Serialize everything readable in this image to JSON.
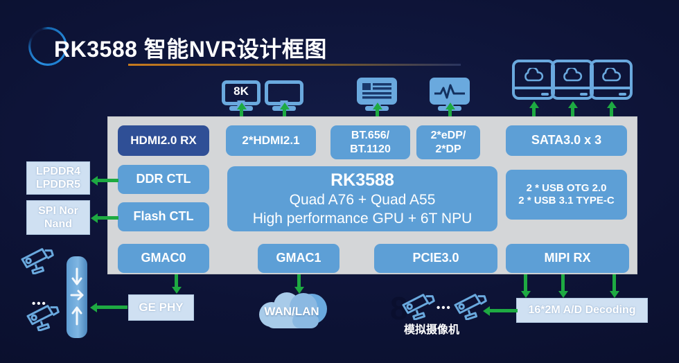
{
  "header": {
    "title": "RK3588  智能NVR设计框图",
    "logo_icon": "rockchip-ring-logo",
    "accent_orange": "#e8851a",
    "accent_blue": "#1f7fd0"
  },
  "colors": {
    "background_dark": "#0d1336",
    "soc_container": "#d4d6d8",
    "block_blue": "#5d9fd6",
    "block_dark_blue": "#2f4f96",
    "block_pale": "#cfe0f2",
    "arrow_green": "#1eaa42",
    "icon_blue": "#6aa9de"
  },
  "soc": {
    "name": "RK3588 SoC",
    "core": {
      "line1": "RK3588",
      "line2": "Quad A76 + Quad A55",
      "line3": "High performance GPU + 6T NPU"
    },
    "blocks": [
      {
        "id": "hdmi-rx",
        "label": "HDMI2.0 RX",
        "style": "dark"
      },
      {
        "id": "hdmi-tx",
        "label": "2*HDMI2.1",
        "style": "blue"
      },
      {
        "id": "bt",
        "label": "BT.656/\nBT.1120",
        "line1": "BT.656/",
        "line2": "BT.1120",
        "style": "blue"
      },
      {
        "id": "dp",
        "label": "2*eDP/\n2*DP",
        "line1": "2*eDP/",
        "line2": "2*DP",
        "style": "blue"
      },
      {
        "id": "sata",
        "label": "SATA3.0 x 3",
        "style": "blue"
      },
      {
        "id": "ddr-ctl",
        "label": "DDR CTL",
        "style": "blue"
      },
      {
        "id": "flash-ctl",
        "label": "Flash CTL",
        "style": "blue"
      },
      {
        "id": "usb",
        "line1": "2 * USB OTG 2.0",
        "line2": "2 * USB 3.1 TYPE-C",
        "style": "blue"
      },
      {
        "id": "gmac0",
        "label": "GMAC0",
        "style": "blue"
      },
      {
        "id": "gmac1",
        "label": "GMAC1",
        "style": "blue"
      },
      {
        "id": "pcie",
        "label": "PCIE3.0",
        "style": "blue"
      },
      {
        "id": "mipi-rx",
        "label": "MIPI RX",
        "style": "blue"
      }
    ]
  },
  "peripherals": {
    "displays": [
      {
        "id": "monitor-8k",
        "icon": "monitor-icon",
        "label": "8K"
      },
      {
        "id": "monitor-plain",
        "icon": "monitor-icon",
        "label": ""
      },
      {
        "id": "monitor-content",
        "icon": "monitor-content-icon",
        "label": ""
      },
      {
        "id": "monitor-waveform",
        "icon": "monitor-waveform-icon",
        "label": ""
      }
    ],
    "storage": [
      {
        "id": "hdd-1",
        "icon": "hard-drive-cloud-icon"
      },
      {
        "id": "hdd-2",
        "icon": "hard-drive-cloud-icon"
      },
      {
        "id": "hdd-3",
        "icon": "hard-drive-cloud-icon"
      }
    ],
    "memory": [
      {
        "id": "lpddr",
        "line1": "LPDDR4",
        "line2": "LPDDR5"
      },
      {
        "id": "spi",
        "line1": "SPI Nor",
        "line2": "Nand"
      }
    ],
    "ge_phy": {
      "label": "GE PHY"
    },
    "wan_lan": {
      "label": "WAN/LAN",
      "icon": "cloud-icon"
    },
    "ad_decoding": {
      "label": "16*2M A/D Decoding"
    },
    "ip_cameras": {
      "icon": "ip-camera-icon",
      "ellipsis": "•••"
    },
    "analog_cameras": {
      "icon": "ip-camera-icon",
      "ellipsis": "•••",
      "label": "模拟摄像机",
      "ghost": "8"
    },
    "network_switch": {
      "icon": "network-switch-icon"
    }
  }
}
